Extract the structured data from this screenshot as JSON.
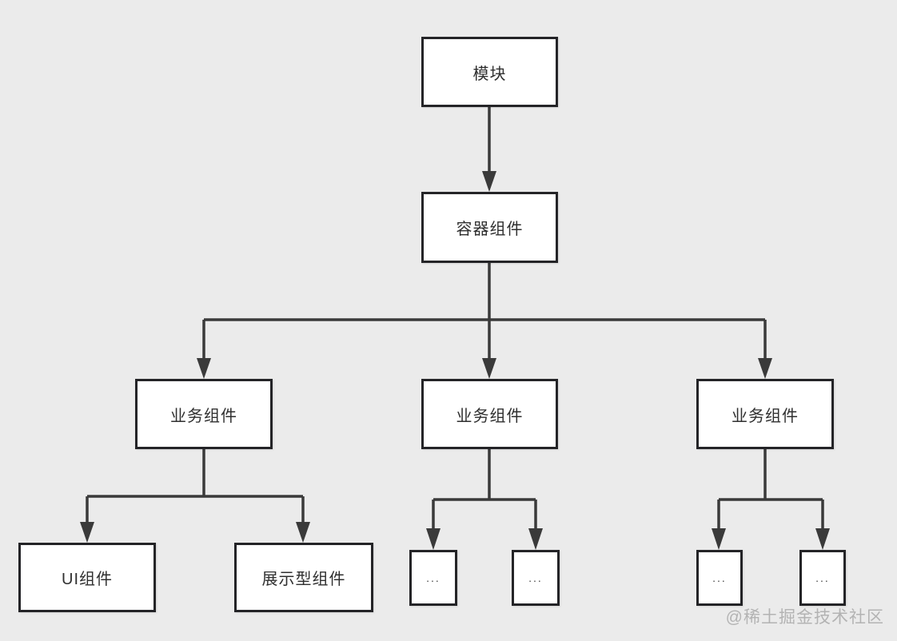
{
  "nodes": {
    "module": {
      "label": "模块"
    },
    "container": {
      "label": "容器组件"
    },
    "business_left": {
      "label": "业务组件"
    },
    "business_middle": {
      "label": "业务组件"
    },
    "business_right": {
      "label": "业务组件"
    },
    "ui": {
      "label": "UI组件"
    },
    "presentational": {
      "label": "展示型组件"
    },
    "placeholder_1": {
      "label": "..."
    },
    "placeholder_2": {
      "label": "..."
    },
    "placeholder_3": {
      "label": "..."
    },
    "placeholder_4": {
      "label": "..."
    }
  },
  "edges": [
    {
      "from": "module",
      "to": "container"
    },
    {
      "from": "container",
      "to": "business_left"
    },
    {
      "from": "container",
      "to": "business_middle"
    },
    {
      "from": "container",
      "to": "business_right"
    },
    {
      "from": "business_left",
      "to": "ui"
    },
    {
      "from": "business_left",
      "to": "presentational"
    },
    {
      "from": "business_middle",
      "to": "placeholder_1"
    },
    {
      "from": "business_middle",
      "to": "placeholder_2"
    },
    {
      "from": "business_right",
      "to": "placeholder_3"
    },
    {
      "from": "business_right",
      "to": "placeholder_4"
    }
  ],
  "watermark": {
    "text": "@稀土掘金技术社区"
  },
  "colors": {
    "background": "#ebebeb",
    "node_fill": "#ffffff",
    "node_border": "#242427",
    "connector": "#3a3a3a",
    "text": "#2f2f2f",
    "watermark": "#b3b3b3"
  }
}
